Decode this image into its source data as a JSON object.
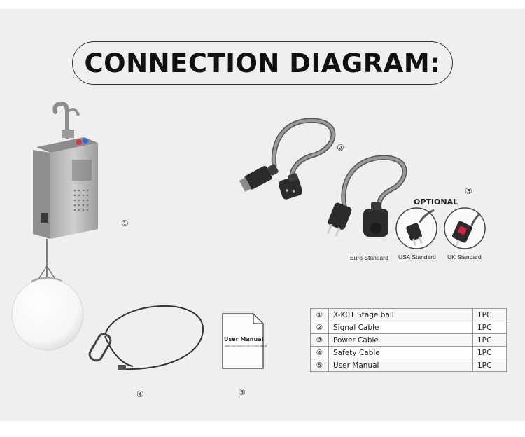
{
  "title": "CONNECTION DIAGRAM:",
  "markers": {
    "stage_ball": "①",
    "signal_cable": "②",
    "power_cable": "③",
    "safety_cable": "④",
    "user_manual": "⑤"
  },
  "optional_label": "OPTIONAL",
  "plug_labels": {
    "euro": "Euro Standard",
    "usa": "USA Standard",
    "uk": "UK Standard"
  },
  "manual_cover": {
    "title": "User Manual",
    "subtitle": "KEEP THIS MANUAL FOR FUTURE REUSE"
  },
  "parts": [
    {
      "index": "①",
      "name": "X-K01 Stage ball",
      "qty": "1PC"
    },
    {
      "index": "②",
      "name": "Signal Cable",
      "qty": "1PC"
    },
    {
      "index": "③",
      "name": "Power Cable",
      "qty": "1PC"
    },
    {
      "index": "④",
      "name": "Safety Cable",
      "qty": "1PC"
    },
    {
      "index": "⑤",
      "name": "User Manual",
      "qty": "1PC"
    }
  ],
  "colors": {
    "panel_bg": "#efefef",
    "cable": "#7d7d7d",
    "plug_dark": "#2b2b2b",
    "uk_plug_accent": "#d6223a"
  }
}
